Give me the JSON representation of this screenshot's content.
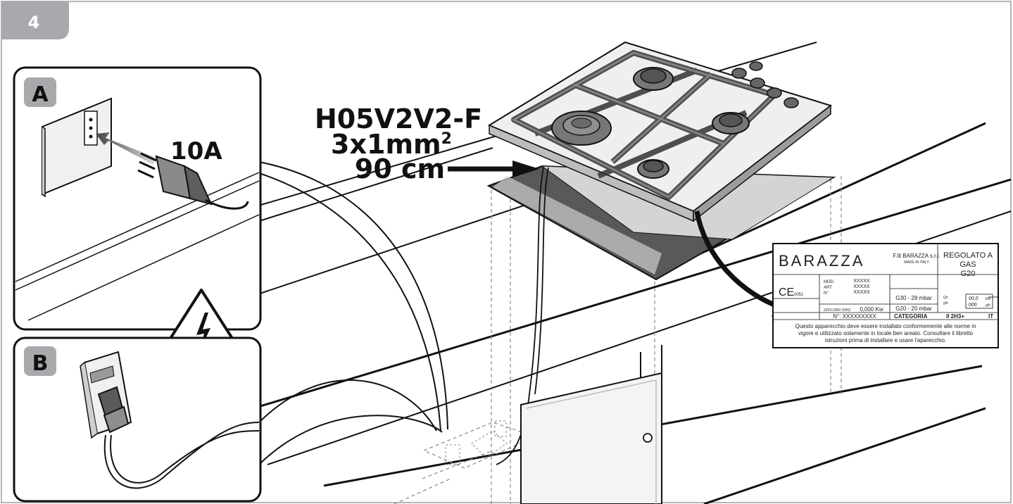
{
  "step_number": "4",
  "panel_a": {
    "letter": "A",
    "rating": "10A"
  },
  "panel_b": {
    "letter": "B"
  },
  "cable_spec": {
    "type": "H05V2V2-F",
    "section": "3x1mm",
    "section_sup": "2",
    "length": "90 cm"
  },
  "rating_plate": {
    "brand": "BARAZZA",
    "company": "F.lli BARAZZA s.r.l.",
    "made_in": "MADE IN ITALY",
    "regulated": [
      "REGOLATO A",
      "GAS",
      "G20"
    ],
    "ce_mark": "CE",
    "ce_number": "0051",
    "mod_label": "MOD",
    "art_label": "ART",
    "n_label": "N°",
    "mod_value": "XXXXX",
    "art_value": "XXXXX",
    "n_value": "XXXXX",
    "pressure_1": "G30 - 28 mbar",
    "pressure_2": "G20 - 20 mbar",
    "qn_label": "Qn",
    "gh_label": "g/h",
    "qn_value": "00,0",
    "qn_unit": "kW",
    "gh_value": "000",
    "gh_unit": "g/h",
    "voltage": "220V-240V  50HZ",
    "power": "0,000 Kw",
    "serial": "N°: XXXXXXXXX",
    "category_label": "CATEGORIA",
    "category_value": "II 2H3+",
    "country": "IT",
    "notice_1": "Questo apparecchio deve essere installato conformemente alle norme in",
    "notice_2": "vigore e utilizzato solamente in locale ben areato. Consultare il libretto",
    "notice_3": "istruzioni prima di installare e usare l'aparecchio."
  },
  "colors": {
    "tab": "#a7a9ac",
    "line": "#111111",
    "grey_fill": "#d4d4d4",
    "cast_iron": "#6e6e6e"
  }
}
